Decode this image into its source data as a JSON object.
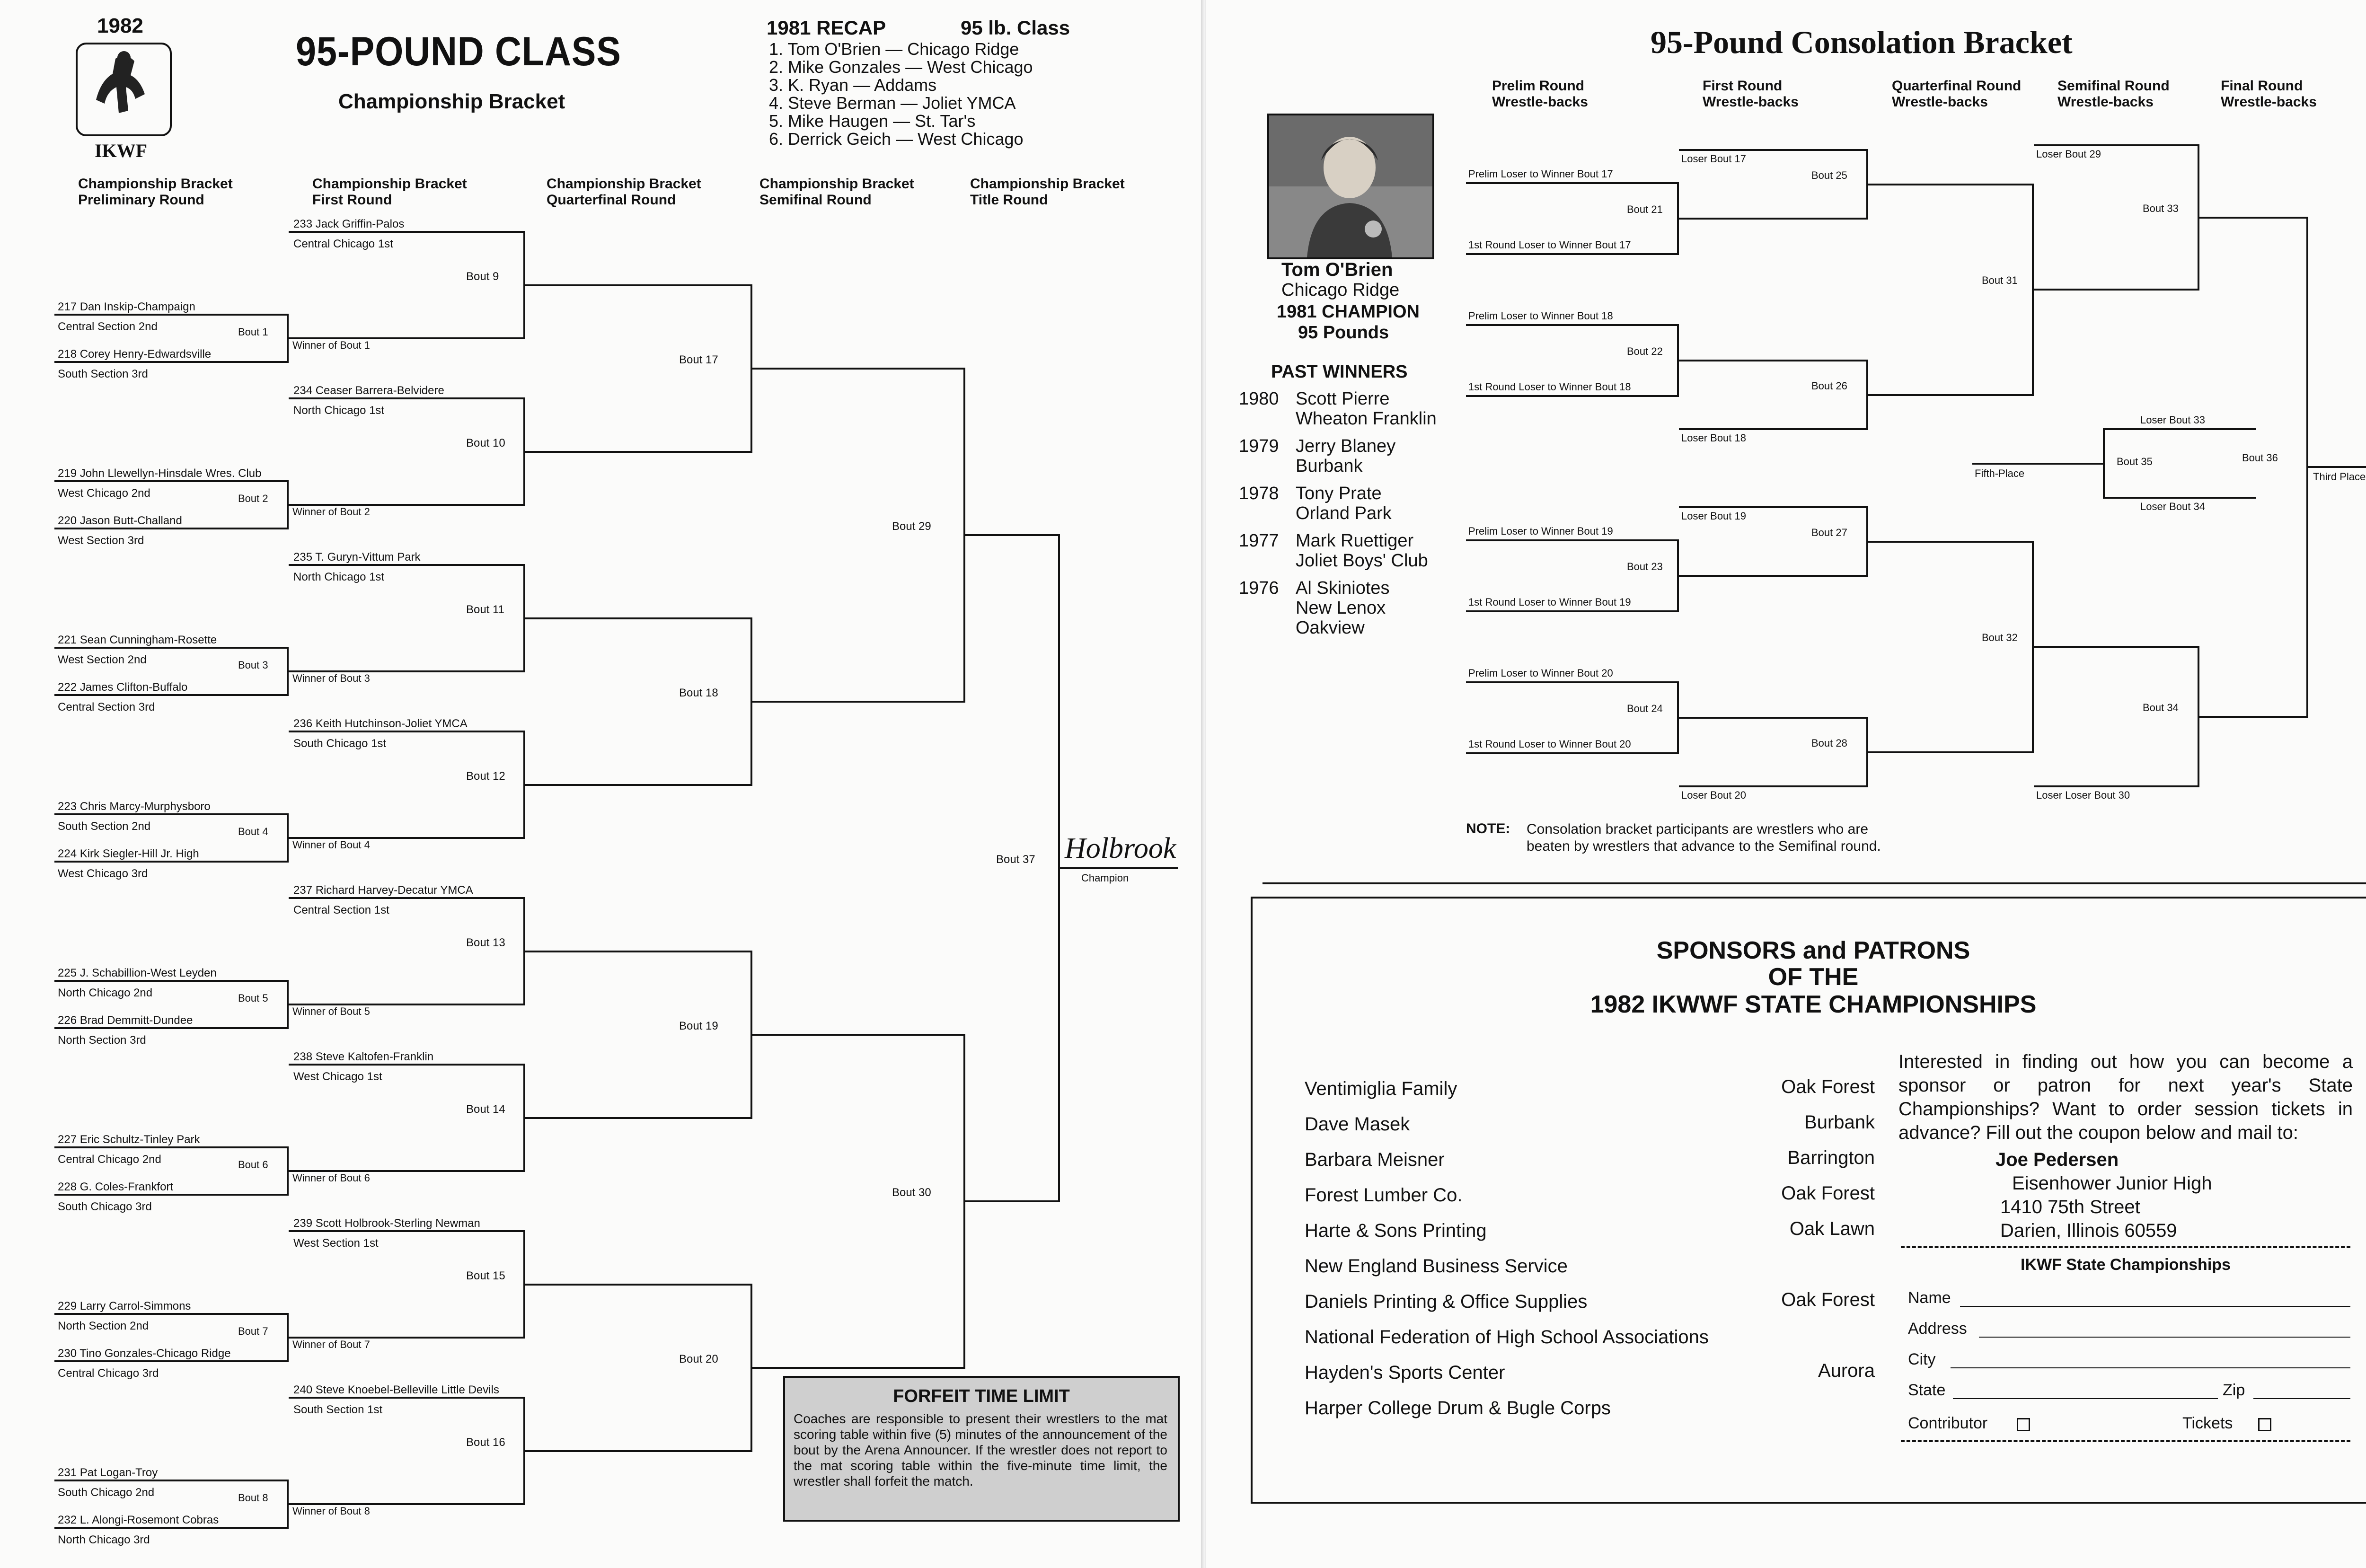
{
  "left": {
    "year": "1982",
    "logo_text": "IKWF",
    "title": "95-POUND CLASS",
    "subtitle": "Championship Bracket",
    "recap": {
      "heading": "1981 RECAP",
      "class": "95 lb. Class",
      "items": [
        "1.  Tom O'Brien — Chicago Ridge",
        "2.  Mike Gonzales — West Chicago",
        "3.  K. Ryan — Addams",
        "4.  Steve Berman — Joliet YMCA",
        "5.  Mike Haugen — St. Tar's",
        "6.  Derrick Geich — West Chicago"
      ]
    },
    "round_headers": [
      "Championship Bracket\nPreliminary Round",
      "Championship Bracket\nFirst Round",
      "Championship Bracket\nQuarterfinal Round",
      "Championship Bracket\nSemifinal Round",
      "Championship Bracket\nTitle Round"
    ],
    "first_round": [
      {
        "name": "233 Jack Griffin-Palos",
        "sect": "Central Chicago 1st"
      },
      {
        "name": "234 Ceaser Barrera-Belvidere",
        "sect": "North Chicago 1st"
      },
      {
        "name": "235 T. Guryn-Vittum Park",
        "sect": "North Chicago 1st"
      },
      {
        "name": "236 Keith Hutchinson-Joliet YMCA",
        "sect": "South Chicago 1st"
      },
      {
        "name": "237 Richard Harvey-Decatur YMCA",
        "sect": "Central Section 1st"
      },
      {
        "name": "238 Steve Kaltofen-Franklin",
        "sect": "West Chicago 1st"
      },
      {
        "name": "239 Scott Holbrook-Sterling Newman",
        "sect": "West Section 1st"
      },
      {
        "name": "240 Steve Knoebel-Belleville Little Devils",
        "sect": "South Section 1st"
      }
    ],
    "prelims": [
      {
        "a": "217 Dan Inskip-Champaign",
        "as": "Central Section 2nd",
        "b": "218 Corey Henry-Edwardsville",
        "bs": "South Section 3rd",
        "bout": "Bout 1",
        "winner": "Winner of Bout 1"
      },
      {
        "a": "219 John Llewellyn-Hinsdale Wres. Club",
        "as": "West Chicago 2nd",
        "b": "220 Jason Butt-Challand",
        "bs": "West Section 3rd",
        "bout": "Bout 2",
        "winner": "Winner of Bout 2"
      },
      {
        "a": "221 Sean Cunningham-Rosette",
        "as": "West Section 2nd",
        "b": "222 James Clifton-Buffalo",
        "bs": "Central Section 3rd",
        "bout": "Bout 3",
        "winner": "Winner of Bout 3"
      },
      {
        "a": "223 Chris Marcy-Murphysboro",
        "as": "South Section 2nd",
        "b": "224 Kirk Siegler-Hill Jr. High",
        "bs": "West Chicago 3rd",
        "bout": "Bout 4",
        "winner": "Winner of Bout 4"
      },
      {
        "a": "225 J. Schabillion-West Leyden",
        "as": "North Chicago 2nd",
        "b": "226 Brad Demmitt-Dundee",
        "bs": "North Section 3rd",
        "bout": "Bout 5",
        "winner": "Winner of Bout 5"
      },
      {
        "a": "227 Eric Schultz-Tinley Park",
        "as": "Central Chicago 2nd",
        "b": "228 G. Coles-Frankfort",
        "bs": "South Chicago 3rd",
        "bout": "Bout 6",
        "winner": "Winner of Bout 6"
      },
      {
        "a": "229 Larry Carrol-Simmons",
        "as": "North Section 2nd",
        "b": "230 Tino Gonzales-Chicago Ridge",
        "bs": "Central Chicago 3rd",
        "bout": "Bout 7",
        "winner": "Winner of Bout 7"
      },
      {
        "a": "231 Pat Logan-Troy",
        "as": "South Chicago 2nd",
        "b": "232 L. Alongi-Rosemont Cobras",
        "bs": "North Chicago 3rd",
        "bout": "Bout 8",
        "winner": "Winner of Bout 8"
      }
    ],
    "bouts_r1": [
      "Bout  9",
      "Bout 10",
      "Bout 11",
      "Bout 12",
      "Bout 13",
      "Bout 14",
      "Bout 15",
      "Bout 16"
    ],
    "bouts_qf": [
      "Bout 17",
      "Bout 18",
      "Bout 19",
      "Bout 20"
    ],
    "bouts_sf": [
      "Bout 29",
      "Bout 30"
    ],
    "bout_final": "Bout 37",
    "champion_label": "Champion",
    "champion_handwritten": "Holbrook",
    "forfeit": {
      "title": "FORFEIT TIME LIMIT",
      "text": "Coaches are responsible to present their wrestlers to the mat scoring table within five (5) minutes of the announcement of the bout by the Arena Announcer. If the wrestler does not report to the mat scoring table within the five-minute time limit, the wrestler shall forfeit the match."
    }
  },
  "right": {
    "title": "95-Pound Consolation Bracket",
    "round_headers": [
      "Prelim Round\nWrestle-backs",
      "First Round\nWrestle-backs",
      "Quarterfinal Round\nWrestle-backs",
      "Semifinal Round\nWrestle-backs",
      "Final Round\nWrestle-backs"
    ],
    "champion": {
      "name": "Tom O'Brien",
      "town": "Chicago Ridge",
      "line1": "1981 CHAMPION",
      "line2": "95 Pounds"
    },
    "past_winners_heading": "PAST WINNERS",
    "past_winners": [
      {
        "year": "1980",
        "lines": [
          "Scott Pierre",
          "Wheaton Franklin"
        ]
      },
      {
        "year": "1979",
        "lines": [
          "Jerry Blaney",
          "Burbank"
        ]
      },
      {
        "year": "1978",
        "lines": [
          "Tony Prate",
          "Orland Park"
        ]
      },
      {
        "year": "1977",
        "lines": [
          "Mark Ruettiger",
          "Joliet Boys' Club"
        ]
      },
      {
        "year": "1976",
        "lines": [
          "Al Skiniotes",
          "New Lenox",
          "Oakview"
        ]
      }
    ],
    "prelim_groups": [
      {
        "top": "Prelim Loser to Winner Bout 17",
        "bout": "Bout 21",
        "bottom": "1st Round Loser to Winner Bout 17",
        "loser": "Loser Bout 17",
        "fr_bout": "Bout 25"
      },
      {
        "top": "Prelim Loser to Winner Bout 18",
        "bout": "Bout 22",
        "bottom": "1st Round Loser to Winner Bout 18",
        "loser": "Loser Bout 18",
        "fr_bout": "Bout 26"
      },
      {
        "top": "Prelim Loser to Winner Bout 19",
        "bout": "Bout 23",
        "bottom": "1st Round Loser to Winner Bout 19",
        "loser": "Loser Bout 19",
        "fr_bout": "Bout 27"
      },
      {
        "top": "Prelim Loser to Winner Bout 20",
        "bout": "Bout 24",
        "bottom": "1st Round Loser to Winner Bout 20",
        "loser": "Loser Bout 20",
        "fr_bout": "Bout 28"
      }
    ],
    "qf_bouts": [
      "Bout 31",
      "Bout 32"
    ],
    "sf": {
      "loser_top": "Loser Bout 29",
      "bout_top": "Bout 33",
      "loser_bottom": "Loser Loser Bout 30",
      "bout_bottom": "Bout 34"
    },
    "fifth": {
      "loser_top": "Loser Bout 33",
      "bout": "Bout 35",
      "loser_bottom": "Loser Bout 34",
      "label": "Fifth-Place"
    },
    "third": {
      "bout": "Bout 36",
      "label": "Third Place"
    },
    "note_label": "NOTE:",
    "note_text": "Consolation bracket participants are wrestlers who are\nbeaten by wrestlers that advance to the Semifinal round.",
    "sponsors": {
      "title1": "SPONSORS and PATRONS",
      "title2": "OF THE",
      "title3": "1982  IKWWF  STATE  CHAMPIONSHIPS",
      "list": [
        {
          "name": "Ventimiglia Family",
          "town": "Oak Forest"
        },
        {
          "name": "Dave Masek",
          "town": "Burbank"
        },
        {
          "name": "Barbara Meisner",
          "town": "Barrington"
        },
        {
          "name": "Forest Lumber Co.",
          "town": "Oak Forest"
        },
        {
          "name": "Harte & Sons Printing",
          "town": "Oak Lawn"
        },
        {
          "name": "New England Business Service",
          "town": ""
        },
        {
          "name": "Daniels Printing & Office Supplies",
          "town": "Oak Forest"
        },
        {
          "name": "National Federation of High School Associations",
          "town": ""
        },
        {
          "name": "Hayden's Sports Center",
          "town": "Aurora"
        },
        {
          "name": "Harper College Drum & Bugle Corps",
          "town": ""
        }
      ],
      "promo": "Interested in finding out how you can become a sponsor or patron for next year's State Championships? Want to order session tickets in advance? Fill out the coupon below and mail to:",
      "contact_name": "Joe Pedersen",
      "address": [
        "Eisenhower Junior High",
        "1410 75th Street",
        "Darien, Illinois 60559"
      ],
      "coupon_title": "IKWF State Championships",
      "fields": [
        "Name",
        "Address",
        "City",
        "State",
        "Zip"
      ],
      "contributor": "Contributor",
      "tickets": "Tickets"
    }
  }
}
